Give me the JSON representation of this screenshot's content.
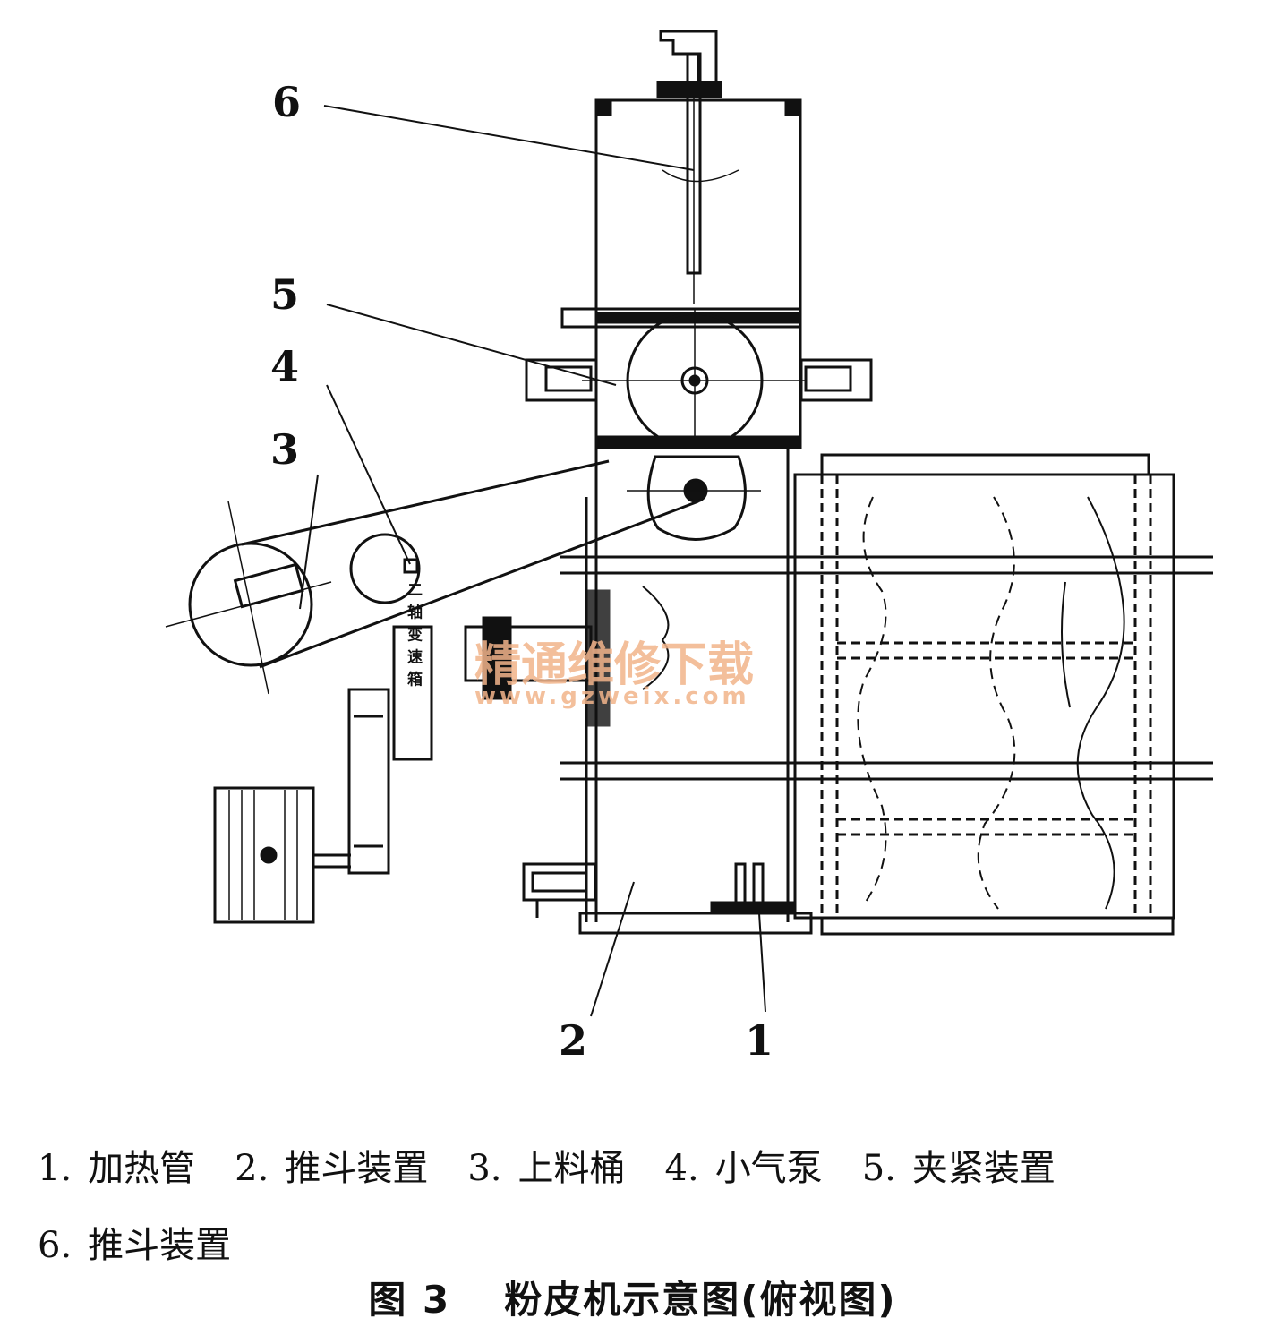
{
  "callouts": [
    "6",
    "5",
    "4",
    "3",
    "2",
    "1"
  ],
  "gearbox_label": "二轴变速箱",
  "watermark": {
    "text": "精通维修下载",
    "url": "www.gzweix.com"
  },
  "legend": {
    "row1": [
      {
        "num": "1.",
        "label": "加热管"
      },
      {
        "num": "2.",
        "label": "推斗装置"
      },
      {
        "num": "3.",
        "label": "上料桶"
      },
      {
        "num": "4.",
        "label": "小气泵"
      },
      {
        "num": "5.",
        "label": "夹紧装置"
      }
    ],
    "row2": [
      {
        "num": "6.",
        "label": "推斗装置"
      }
    ]
  },
  "caption": {
    "figure": "图 3",
    "title": "粉皮机示意图(俯视图)"
  },
  "colors": {
    "ink": "#111111",
    "watermark": "#f2b48a"
  }
}
